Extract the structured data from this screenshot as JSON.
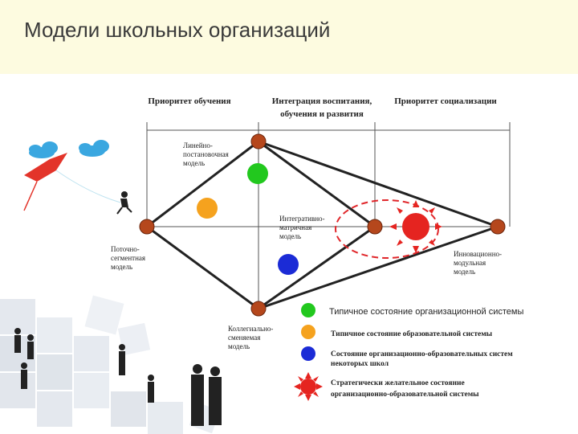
{
  "title": "Модели школьных организаций",
  "priorities": {
    "learning": "Приоритет обучения",
    "integration_line1": "Интеграция воспитания,",
    "integration_line2": "обучения и развития",
    "socialization": "Приоритет социализации"
  },
  "models": {
    "linear_line1": "Линейно-",
    "linear_line2": "постановочная",
    "linear_line3": "модель",
    "integrative_line1": "Интегративно-",
    "integrative_line2": "матричная",
    "integrative_line3": "модель",
    "stream_line1": "Поточно-",
    "stream_line2": "сегментная",
    "stream_line3": "модель",
    "innovation_line1": "Инновационно-",
    "innovation_line2": "модульная",
    "innovation_line3": "модель",
    "collegial_line1": "Коллегиально-",
    "collegial_line2": "сменяемая",
    "collegial_line3": "модель"
  },
  "legend": {
    "green": "Типичное состояние организационной системы",
    "orange": "Типичное состояние образовательной системы",
    "blue_line1": "Состояние организационно-образовательных систем",
    "blue_line2": "некоторых школ",
    "red_line1": "Стратегически желательное состояние",
    "red_line2": "организационно-образовательной системы"
  },
  "colors": {
    "header_bg": "#fdfbe0",
    "node": "#b5471c",
    "green": "#22c81e",
    "orange": "#f5a21e",
    "blue": "#1b2bd6",
    "red": "#e52420",
    "dashed": "#e0262a"
  }
}
